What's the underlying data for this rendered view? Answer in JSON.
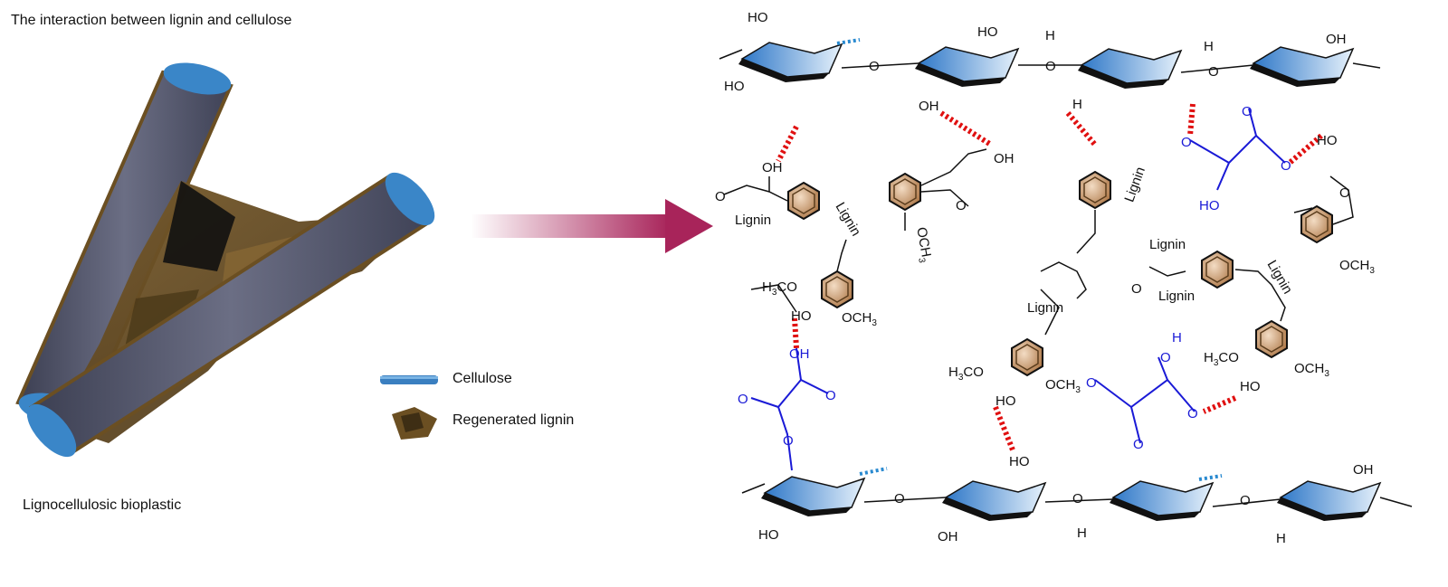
{
  "figure": {
    "title": "The interaction between lignin and cellulose",
    "caption": "Lignocellulosic bioplastic",
    "legend": [
      {
        "label": "Cellulose",
        "icon": "cellulose-rod-icon"
      },
      {
        "label": "Regenerated lignin",
        "icon": "lignin-sheet-icon"
      }
    ],
    "colors": {
      "cellulose": "#3a7fc0",
      "lignin": "#6b4f22",
      "arrow": "#a8245a",
      "hbond": "#e01010",
      "ring_brown": "#b07a4a",
      "oxalate": "#1a1ad6"
    }
  },
  "chem_labels": {
    "ho": "HO",
    "oh": "OH",
    "o": "O",
    "h": "H",
    "lignin": "Lignin",
    "och3_base": "OCH",
    "h3co_prefix": "H",
    "h3co_suffix": "CO",
    "three": "3"
  }
}
